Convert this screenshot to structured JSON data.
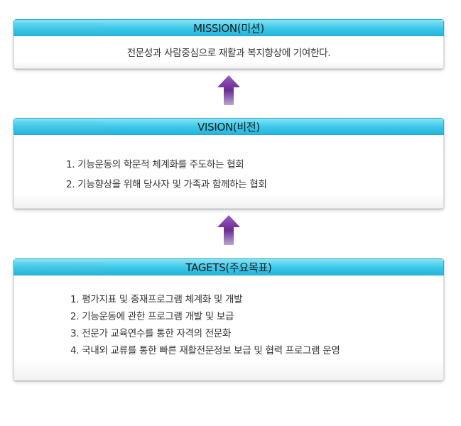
{
  "mission": {
    "title": "MISSION(미션)",
    "text": "전문성과 사람중심으로 재활과 복지향상에 기여한다."
  },
  "vision": {
    "title": "VISION(비전)",
    "items": [
      "1. 기능운동의 학문적 체계화를 주도하는 협회",
      "2. 기능향상을 위해 당사자 및 가족과 함께하는 협회"
    ]
  },
  "targets": {
    "title": "TAGETS(주요목표)",
    "items": [
      "1. 평가지표 및 중재프로그램 체계화 및 개발",
      "2. 기능운동에 관한 프로그램 개발 및 보급",
      "3. 전문가  교육연수를 통한 자격의 전문화",
      "4. 국내외 교류를 통한 빠른 재활전문정보 보급 및 협력 프로그램 운영"
    ]
  },
  "colors": {
    "header": "#3bc7e8",
    "arrow": "#6a2c91"
  },
  "icons": {
    "arrow": "arrow-up-icon"
  }
}
